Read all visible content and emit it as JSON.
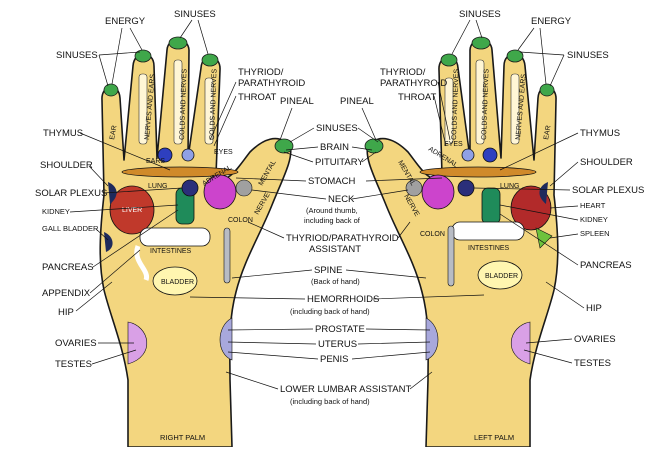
{
  "captions": {
    "right": "RIGHT PALM",
    "left": "LEFT PALM"
  },
  "center_labels": {
    "sinuses": "SINUSES",
    "brain": "BRAIN",
    "pituitary": "PITUITARY",
    "stomach": "STOMACH",
    "neck": "NECK",
    "neck_note1": "(Around thumb,",
    "neck_note2": "including back of",
    "thyroid_assistant1": "THYRIOD/PARATHYROID",
    "thyroid_assistant2": "ASSISTANT",
    "spine": "SPINE",
    "spine_note": "(Back of hand)",
    "hemorrhoids": "HEMORRHOIDS",
    "hemorrhoids_note": "(including back of  hand)",
    "prostate": "PROSTATE",
    "uterus": "UTERUS",
    "penis": "PENIS",
    "lumbar1": "LOWER LUMBAR ASSISTANT",
    "lumbar2": "(including back of  hand)"
  },
  "right_hand_labels": {
    "energy": "ENERGY",
    "sinuses_top": "SINUSES",
    "sinuses_side": "SINUSES",
    "thyroid1": "THYRIOD/",
    "thyroid2": "PARATHYROID",
    "throat": "THROAT",
    "pineal": "PINEAL",
    "thymus": "THYMUS",
    "shoulder": "SHOULDER",
    "solar_plexus": "SOLAR PLEXUS",
    "kidney": "KIDNEY",
    "gall_bladder": "GALL BLADDER",
    "pancreas": "PANCREAS",
    "appendix": "APPENDIX",
    "hip": "HIP",
    "ovaries": "OVARIES",
    "testes": "TESTES"
  },
  "left_hand_labels": {
    "sinuses_top": "SINUSES",
    "energy": "ENERGY",
    "sinuses_side": "SINUSES",
    "thyroid1": "THYRIOD/",
    "thyroid2": "PARATHYROID",
    "throat": "THROAT",
    "pineal": "PINEAL",
    "thymus": "THYMUS",
    "shoulder": "SHOULDER",
    "solar_plexus": "SOLAR PLEXUS",
    "heart": "HEART",
    "kidney": "KIDNEY",
    "spleen": "SPLEEN",
    "pancreas": "PANCREAS",
    "hip": "HIP",
    "ovaries": "OVARIES",
    "testes": "TESTES"
  },
  "in_hand_labels": {
    "ear": "EAR",
    "nerves_and_ears": "NERVES AND EARS",
    "colds_and_nerves": "COLDS AND NERVES",
    "ears": "EARS",
    "eyes": "EYES",
    "lung": "LUNG",
    "adrenal": "ADRENAL",
    "mental": "MENTAL",
    "nerve": "NERVE",
    "liver": "LIVER",
    "colon": "COLON",
    "intestines": "INTESTINES",
    "bladder": "BLADDER"
  },
  "colors": {
    "skin": "#f3d67f",
    "nail": "#3fa74a",
    "liver": "#c0392b",
    "heart": "#b22a2a",
    "adrenal": "#cc44cc",
    "kidney": "#1f8b5a",
    "solar_plexus": "#2b2f7a",
    "eyes": "#2e3fbf",
    "reproductive": "#d9a0e6",
    "spleen": "#6ec23c"
  }
}
